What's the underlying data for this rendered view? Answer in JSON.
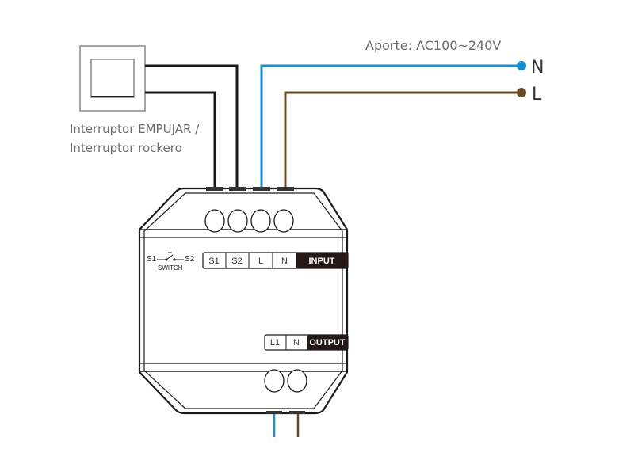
{
  "switch": {
    "label_line1": "Interruptor EMPUJAR /",
    "label_line2": "Interruptor rockero"
  },
  "supply": {
    "label": "Aporte: AC100~240V",
    "neutral_label": "N",
    "live_label": "L",
    "neutral_color": "#1a8fd0",
    "live_color": "#6b4a26"
  },
  "device": {
    "switch_symbol": {
      "left": "S1",
      "right": "S2",
      "caption": "SWITCH"
    },
    "input_terminals": [
      "S1",
      "S2",
      "L",
      "N"
    ],
    "input_label": "INPUT",
    "output_terminals": [
      "L1",
      "N"
    ],
    "output_label": "OUTPUT"
  }
}
